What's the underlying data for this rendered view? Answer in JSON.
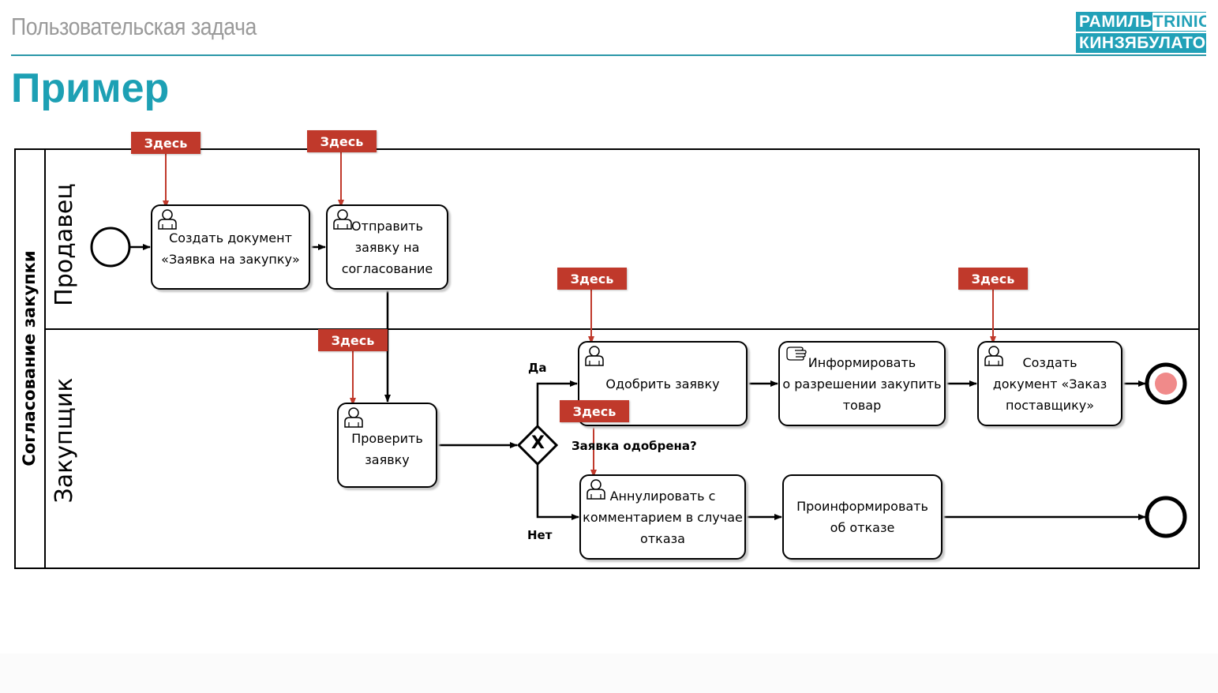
{
  "header": {
    "subtitle": "Пользовательская задача",
    "title": "Пример",
    "logo_line1": "РАМИЛЬ",
    "logo_line1b": "TRINION",
    "logo_line2": "КИНЗЯБУЛАТОВ"
  },
  "colors": {
    "accent": "#1da0b4",
    "logo_bg": "#22a1b8",
    "marker_red": "#c0392b",
    "end_fill": "#f08a8a"
  },
  "diagram": {
    "pool": "Согласование закупки",
    "lanes": [
      "Продавец",
      "Закупщик"
    ],
    "marker_text": "Здесь",
    "tasks": [
      {
        "id": "create-request",
        "label": "Создать документ\n«Заявка на закупку»",
        "icon": "user-icon"
      },
      {
        "id": "send-for-approval",
        "label": "Отправить\nзаявку на\nсогласование",
        "icon": "user-icon"
      },
      {
        "id": "review-request",
        "label": "Проверить\nзаявку",
        "icon": "user-icon"
      },
      {
        "id": "approve-request",
        "label": "Одобрить заявку",
        "icon": "user-icon"
      },
      {
        "id": "inform-approval",
        "label": "Информировать\nо разрешении закупить\nтовар",
        "icon": "manual-icon"
      },
      {
        "id": "create-supplier-order",
        "label": "Создать\nдокумент «Заказ\nпоставщику»",
        "icon": "user-icon"
      },
      {
        "id": "cancel-with-comment",
        "label": "Аннулировать с\nкомментарием в случае\nотказа",
        "icon": "user-icon"
      },
      {
        "id": "inform-rejection",
        "label": "Проинформировать\nоб отказе",
        "icon": "none"
      }
    ],
    "gateway": {
      "symbol": "X",
      "question": "Заявка одобрена?",
      "yes": "Да",
      "no": "Нет"
    }
  }
}
